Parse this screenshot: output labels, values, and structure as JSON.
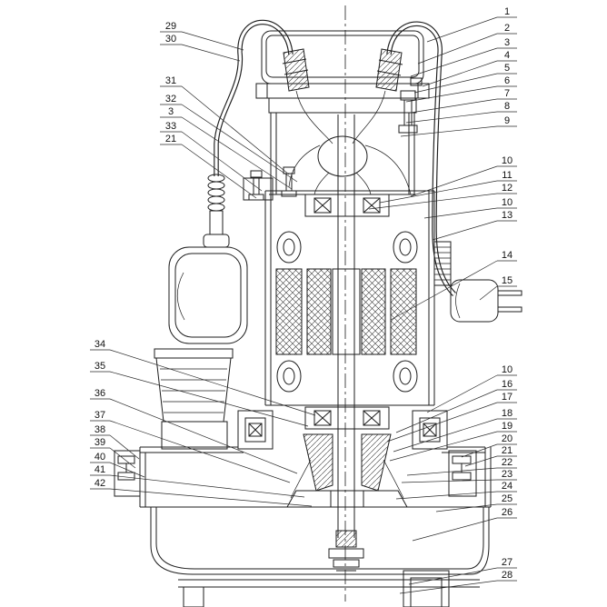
{
  "figure": {
    "colors": {
      "background": "#ffffff",
      "line": "#1d1d1d"
    },
    "callouts": [
      "1",
      "2",
      "3",
      "4",
      "5",
      "6",
      "7",
      "8",
      "9",
      "10",
      "11",
      "12",
      "10",
      "13",
      "14",
      "15",
      "10",
      "16",
      "17",
      "18",
      "19",
      "20",
      "21",
      "22",
      "23",
      "24",
      "25",
      "26",
      "27",
      "28",
      "29",
      "30",
      "31",
      "32",
      "3",
      "33",
      "21",
      "34",
      "35",
      "36",
      "37",
      "38",
      "39",
      "40",
      "41",
      "42"
    ]
  }
}
